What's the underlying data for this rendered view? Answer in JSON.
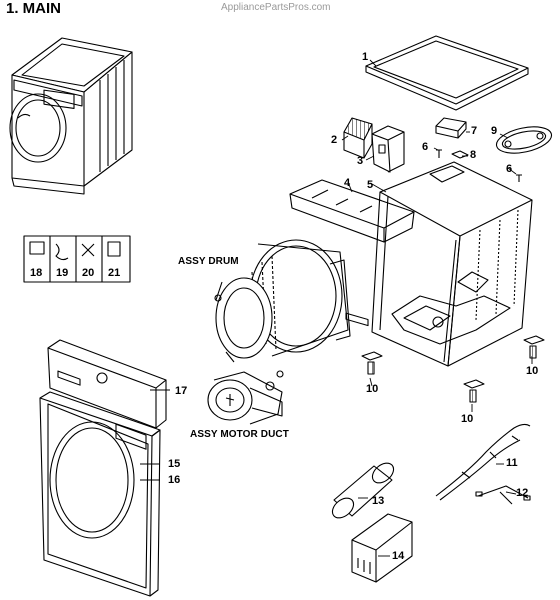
{
  "header": {
    "title": "1. MAIN",
    "watermark": "AppliancePartsPros.com"
  },
  "assembly_labels": {
    "drum": "ASSY DRUM",
    "motor_duct": "ASSY MOTOR DUCT"
  },
  "callouts": {
    "p1": "1",
    "p2": "2",
    "p3": "3",
    "p4": "4",
    "p5": "5",
    "p6a": "6",
    "p6b": "6",
    "p7": "7",
    "p8": "8",
    "p9": "9",
    "p10a": "10",
    "p10b": "10",
    "p10c": "10",
    "p11": "11",
    "p12": "12",
    "p13": "13",
    "p14": "14",
    "p15": "15",
    "p16": "16",
    "p17": "17"
  },
  "accessories": {
    "a18": "18",
    "a19": "19",
    "a20": "20",
    "a21": "21"
  },
  "colors": {
    "line": "#000000",
    "shade": "#bdbdbd",
    "watermark": "#9a9a9a"
  }
}
